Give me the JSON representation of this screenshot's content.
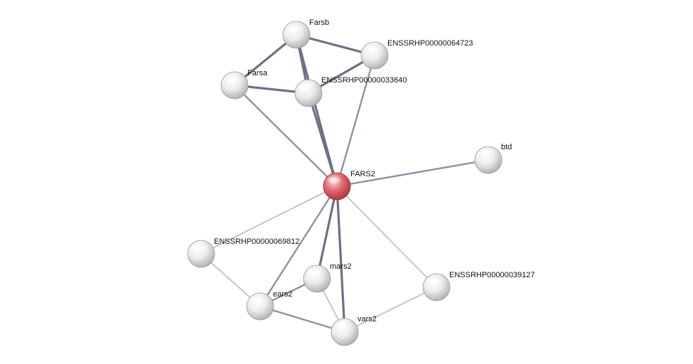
{
  "network": {
    "colors": {
      "query_node": "#d9525a",
      "default_node": "#e4e4e4",
      "edge_strong": "#6d7088",
      "edge_medium": "#8e91a6",
      "edge_weak": "#b7b9c8"
    },
    "nodes": [
      {
        "id": "farsb",
        "label": "Farsb",
        "query": false
      },
      {
        "id": "e64723",
        "label": "ENSSRHP00000064723",
        "query": false
      },
      {
        "id": "farsa",
        "label": "Farsa",
        "query": false
      },
      {
        "id": "e33640",
        "label": "ENSSRHP00000033640",
        "query": false
      },
      {
        "id": "btd",
        "label": "btd",
        "query": false
      },
      {
        "id": "fars2",
        "label": "FARS2",
        "query": true
      },
      {
        "id": "e69812",
        "label": "ENSSRHP00000069812",
        "query": false
      },
      {
        "id": "mars2",
        "label": "mars2",
        "query": false
      },
      {
        "id": "e39127",
        "label": "ENSSRHP00000039127",
        "query": false
      },
      {
        "id": "ears2",
        "label": "ears2",
        "query": false
      },
      {
        "id": "vars2",
        "label": "vars2",
        "query": false
      }
    ],
    "edges": [
      {
        "source": "farsb",
        "target": "farsa",
        "strength": "strong"
      },
      {
        "source": "farsb",
        "target": "e64723",
        "strength": "strong"
      },
      {
        "source": "farsb",
        "target": "e33640",
        "strength": "strong"
      },
      {
        "source": "farsa",
        "target": "e33640",
        "strength": "strong"
      },
      {
        "source": "e33640",
        "target": "e64723",
        "strength": "strong"
      },
      {
        "source": "farsa",
        "target": "fars2",
        "strength": "medium"
      },
      {
        "source": "e33640",
        "target": "fars2",
        "strength": "strong"
      },
      {
        "source": "farsb",
        "target": "fars2",
        "strength": "strong"
      },
      {
        "source": "e64723",
        "target": "fars2",
        "strength": "medium"
      },
      {
        "source": "btd",
        "target": "fars2",
        "strength": "medium"
      },
      {
        "source": "fars2",
        "target": "e69812",
        "strength": "weak"
      },
      {
        "source": "fars2",
        "target": "ears2",
        "strength": "medium"
      },
      {
        "source": "fars2",
        "target": "mars2",
        "strength": "strong"
      },
      {
        "source": "fars2",
        "target": "vars2",
        "strength": "strong"
      },
      {
        "source": "fars2",
        "target": "e39127",
        "strength": "weak"
      },
      {
        "source": "e69812",
        "target": "ears2",
        "strength": "weak"
      },
      {
        "source": "ears2",
        "target": "mars2",
        "strength": "medium"
      },
      {
        "source": "ears2",
        "target": "vars2",
        "strength": "medium"
      },
      {
        "source": "mars2",
        "target": "vars2",
        "strength": "weak"
      },
      {
        "source": "vars2",
        "target": "e39127",
        "strength": "weak"
      }
    ]
  }
}
